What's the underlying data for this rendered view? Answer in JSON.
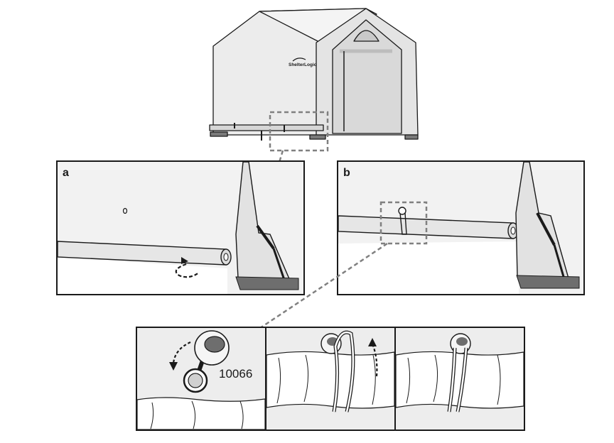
{
  "brand": "ShelterLogic",
  "panels": {
    "a": {
      "label": "a"
    },
    "b": {
      "label": "b"
    }
  },
  "bottom": {
    "part_number": "10066"
  },
  "colors": {
    "fabric": "#f0f0f0",
    "outline": "#1a1a1a",
    "callout": "#808080",
    "foot": "#6e6e6e"
  }
}
